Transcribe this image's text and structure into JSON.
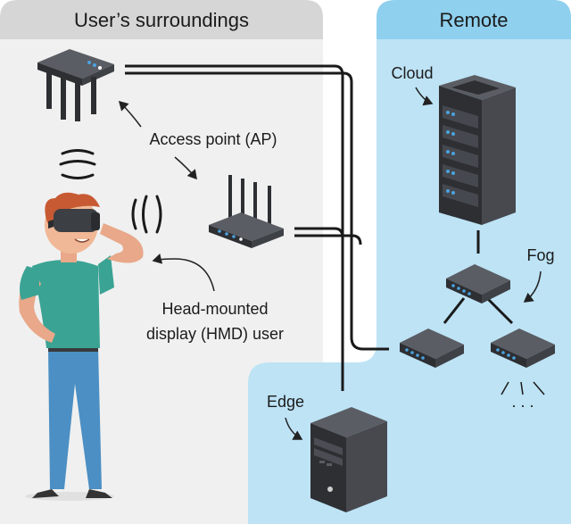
{
  "regions": {
    "surroundings_title": "User’s surroundings",
    "remote_title": "Remote"
  },
  "labels": {
    "access_point": "Access point (AP)",
    "hmd_line1": "Head-mounted",
    "hmd_line2": "display (HMD) user",
    "cloud": "Cloud",
    "fog": "Fog",
    "edge": "Edge",
    "ellipsis": ". . ."
  },
  "colors": {
    "surroundings_bg": "#f0f0f0",
    "surroundings_header": "#d6d6d6",
    "remote_bg": "#bde3f5",
    "remote_header": "#8fd0ee",
    "device_dark": "#3c3f44",
    "led_blue": "#4aa3df",
    "shirt": "#3aa394",
    "jeans": "#4b8fc4"
  },
  "icons": [
    "ceiling-access-point-icon",
    "desk-router-icon",
    "wifi-signal-icon",
    "vr-user-icon",
    "cloud-server-rack-icon",
    "fog-switch-icon",
    "edge-server-tower-icon"
  ]
}
